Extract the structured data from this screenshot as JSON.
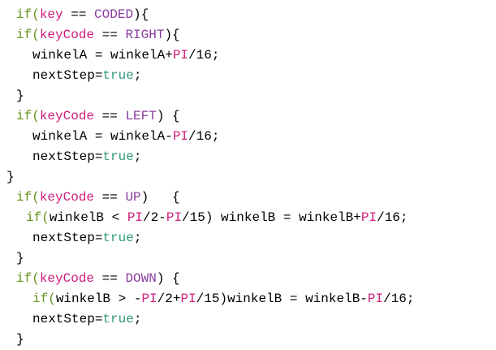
{
  "colors": {
    "background": "#ffffff",
    "plain": "#000000",
    "keyword": "#66941a",
    "literal": "#33997e",
    "magenta": "#d01c7a",
    "purple": "#8a3d9f"
  },
  "code": {
    "lines": [
      {
        "indent": 20,
        "tokens": [
          {
            "type": "keyword",
            "text": "if("
          },
          {
            "type": "magenta",
            "text": "key"
          },
          {
            "type": "plain",
            "text": " == "
          },
          {
            "type": "purple",
            "text": "CODED"
          },
          {
            "type": "plain",
            "text": "){"
          }
        ]
      },
      {
        "indent": 20,
        "tokens": [
          {
            "type": "keyword",
            "text": "if("
          },
          {
            "type": "magenta",
            "text": "keyCode"
          },
          {
            "type": "plain",
            "text": " == "
          },
          {
            "type": "purple",
            "text": "RIGHT"
          },
          {
            "type": "plain",
            "text": "){"
          }
        ]
      },
      {
        "indent": 40,
        "tokens": [
          {
            "type": "plain",
            "text": "winkelA = winkelA+"
          },
          {
            "type": "magenta",
            "text": "PI"
          },
          {
            "type": "plain",
            "text": "/16;"
          }
        ]
      },
      {
        "indent": 40,
        "tokens": [
          {
            "type": "plain",
            "text": "nextStep="
          },
          {
            "type": "literal",
            "text": "true"
          },
          {
            "type": "plain",
            "text": ";"
          }
        ]
      },
      {
        "indent": 20,
        "tokens": [
          {
            "type": "plain",
            "text": "}"
          }
        ]
      },
      {
        "indent": 20,
        "tokens": [
          {
            "type": "keyword",
            "text": "if("
          },
          {
            "type": "magenta",
            "text": "keyCode"
          },
          {
            "type": "plain",
            "text": " == "
          },
          {
            "type": "purple",
            "text": "LEFT"
          },
          {
            "type": "plain",
            "text": ") {"
          }
        ]
      },
      {
        "indent": 40,
        "tokens": [
          {
            "type": "plain",
            "text": "winkelA = winkelA-"
          },
          {
            "type": "magenta",
            "text": "PI"
          },
          {
            "type": "plain",
            "text": "/16;"
          }
        ]
      },
      {
        "indent": 40,
        "tokens": [
          {
            "type": "plain",
            "text": "nextStep="
          },
          {
            "type": "literal",
            "text": "true"
          },
          {
            "type": "plain",
            "text": ";"
          }
        ]
      },
      {
        "indent": 8,
        "tokens": [
          {
            "type": "plain",
            "text": "}"
          }
        ]
      },
      {
        "indent": 20,
        "tokens": [
          {
            "type": "keyword",
            "text": "if("
          },
          {
            "type": "magenta",
            "text": "keyCode"
          },
          {
            "type": "plain",
            "text": " == "
          },
          {
            "type": "purple",
            "text": "UP"
          },
          {
            "type": "plain",
            "text": ")   {"
          }
        ]
      },
      {
        "indent": 32,
        "tokens": [
          {
            "type": "keyword",
            "text": "if("
          },
          {
            "type": "plain",
            "text": "winkelB < "
          },
          {
            "type": "magenta",
            "text": "PI"
          },
          {
            "type": "plain",
            "text": "/2-"
          },
          {
            "type": "magenta",
            "text": "PI"
          },
          {
            "type": "plain",
            "text": "/15) winkelB = winkelB+"
          },
          {
            "type": "magenta",
            "text": "PI"
          },
          {
            "type": "plain",
            "text": "/16;"
          }
        ]
      },
      {
        "indent": 40,
        "tokens": [
          {
            "type": "plain",
            "text": "nextStep="
          },
          {
            "type": "literal",
            "text": "true"
          },
          {
            "type": "plain",
            "text": ";"
          }
        ]
      },
      {
        "indent": 20,
        "tokens": [
          {
            "type": "plain",
            "text": "}"
          }
        ]
      },
      {
        "indent": 20,
        "tokens": [
          {
            "type": "keyword",
            "text": "if("
          },
          {
            "type": "magenta",
            "text": "keyCode"
          },
          {
            "type": "plain",
            "text": " == "
          },
          {
            "type": "purple",
            "text": "DOWN"
          },
          {
            "type": "plain",
            "text": ") {"
          }
        ]
      },
      {
        "indent": 40,
        "tokens": [
          {
            "type": "keyword",
            "text": "if("
          },
          {
            "type": "plain",
            "text": "winkelB > -"
          },
          {
            "type": "magenta",
            "text": "PI"
          },
          {
            "type": "plain",
            "text": "/2+"
          },
          {
            "type": "magenta",
            "text": "PI"
          },
          {
            "type": "plain",
            "text": "/15)winkelB = winkelB-"
          },
          {
            "type": "magenta",
            "text": "PI"
          },
          {
            "type": "plain",
            "text": "/16;"
          }
        ]
      },
      {
        "indent": 40,
        "tokens": [
          {
            "type": "plain",
            "text": "nextStep="
          },
          {
            "type": "literal",
            "text": "true"
          },
          {
            "type": "plain",
            "text": ";"
          }
        ]
      },
      {
        "indent": 20,
        "tokens": [
          {
            "type": "plain",
            "text": "}"
          }
        ]
      }
    ]
  }
}
